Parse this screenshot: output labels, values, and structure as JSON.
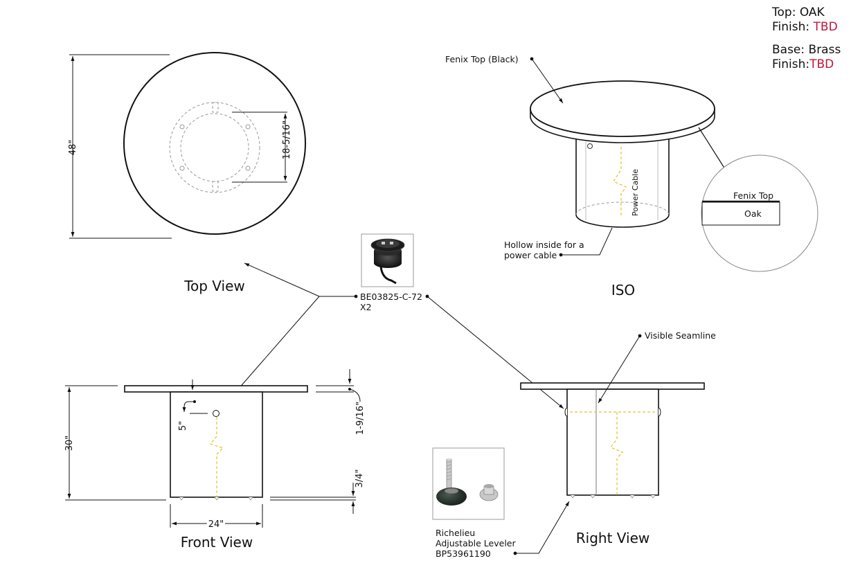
{
  "specs": {
    "top_label": "Top:",
    "top_value": "OAK",
    "top_finish_label": "Finish:",
    "top_finish_value": "TBD",
    "base_label": "Base:",
    "base_value": "Brass",
    "base_finish_label": "Finish:",
    "base_finish_value": "TBD",
    "accent_color": "#c0143c"
  },
  "views": {
    "top": "Top View",
    "iso": "ISO",
    "front": "Front View",
    "right": "Right View"
  },
  "dimensions": {
    "diameter": "48\"",
    "bolt_circle": "18-5/16\"",
    "height": "30\"",
    "grommet_offset": "5\"",
    "top_thickness": "1-9/16\"",
    "leveler_height": "3/4\"",
    "base_width": "24\""
  },
  "annotations": {
    "fenix_top": "Fenix Top (Black)",
    "hollow_line1": "Hollow inside for a",
    "hollow_line2": "power cable",
    "power_cable": "Power Cable",
    "detail_fenix": "Fenix Top",
    "detail_oak": "Oak",
    "grommet_part": "BE03825-C-72",
    "grommet_qty": "X2",
    "seamline": "Visible Seamline",
    "leveler_line1": "Richelieu",
    "leveler_line2": "Adjustable Leveler",
    "leveler_line3": "BP53961190"
  }
}
